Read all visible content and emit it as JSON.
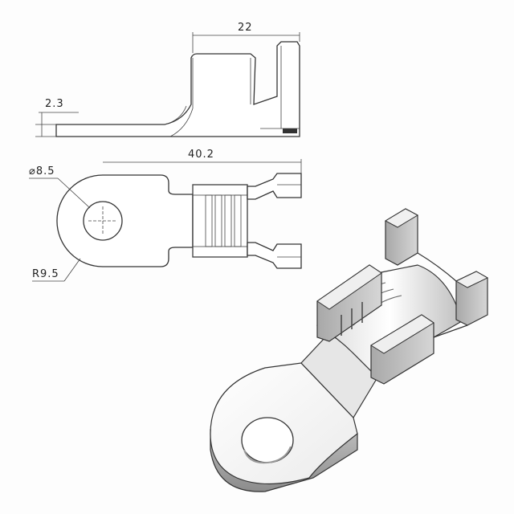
{
  "drawing": {
    "side_view": {
      "length_dim": "22",
      "thickness_dim": "2.3"
    },
    "top_view": {
      "length_dim": "40.2",
      "hole_dim": "⌀8.5",
      "radius_dim": "R9.5"
    }
  },
  "colors": {
    "line": "#333333",
    "metal_light": "#f2f2f2",
    "metal_mid": "#cfcfcf",
    "metal_dark": "#9a9a9a"
  }
}
